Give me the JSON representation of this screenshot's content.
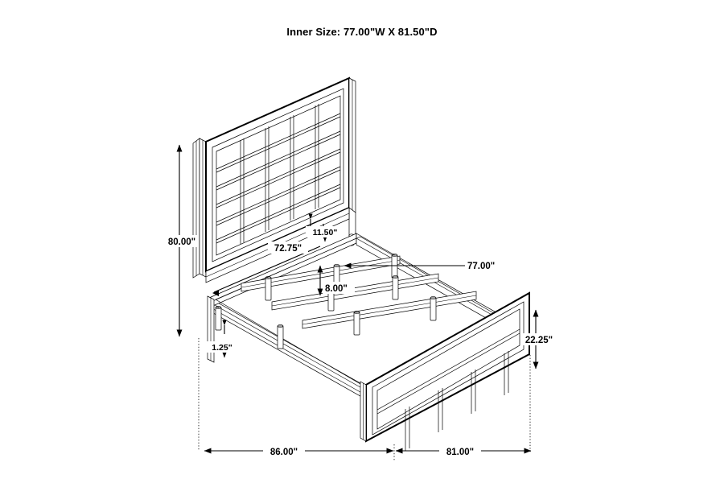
{
  "title": "Inner Size: 77.00\"W X 81.50\"D",
  "drawing": {
    "name": "bed-isometric-dimension-drawing",
    "product": "panel bed",
    "view": "isometric",
    "line_color": "#000000",
    "background_color": "#ffffff"
  },
  "dimensions": {
    "headboard_height": "80.00\"",
    "headboard_panel_width": "72.75\"",
    "headboard_rail_gap": "11.50\"",
    "mattress_width": "77.00\"",
    "deck_height": "8.00\"",
    "side_rail_thickness": "1.25\"",
    "footboard_height": "22.25\"",
    "overall_length": "86.00\"",
    "overall_width": "81.00\""
  },
  "labels": [
    {
      "id": "headboard-height",
      "text": "80.00\""
    },
    {
      "id": "headboard-panel-width",
      "text": "72.75\""
    },
    {
      "id": "headboard-rail-gap",
      "text": "11.50\""
    },
    {
      "id": "mattress-width",
      "text": "77.00\""
    },
    {
      "id": "deck-height",
      "text": "8.00\""
    },
    {
      "id": "rail-thickness",
      "text": "1.25\""
    },
    {
      "id": "footboard-height",
      "text": "22.25\""
    },
    {
      "id": "overall-length",
      "text": "86.00\""
    },
    {
      "id": "overall-width",
      "text": "81.00\""
    }
  ],
  "geometry": {
    "headboard_grid": {
      "columns": 5,
      "rows": 6
    },
    "footboard_grid": {
      "columns": 5,
      "rows": 2
    },
    "deck_slats": 3,
    "support_legs": 9
  }
}
